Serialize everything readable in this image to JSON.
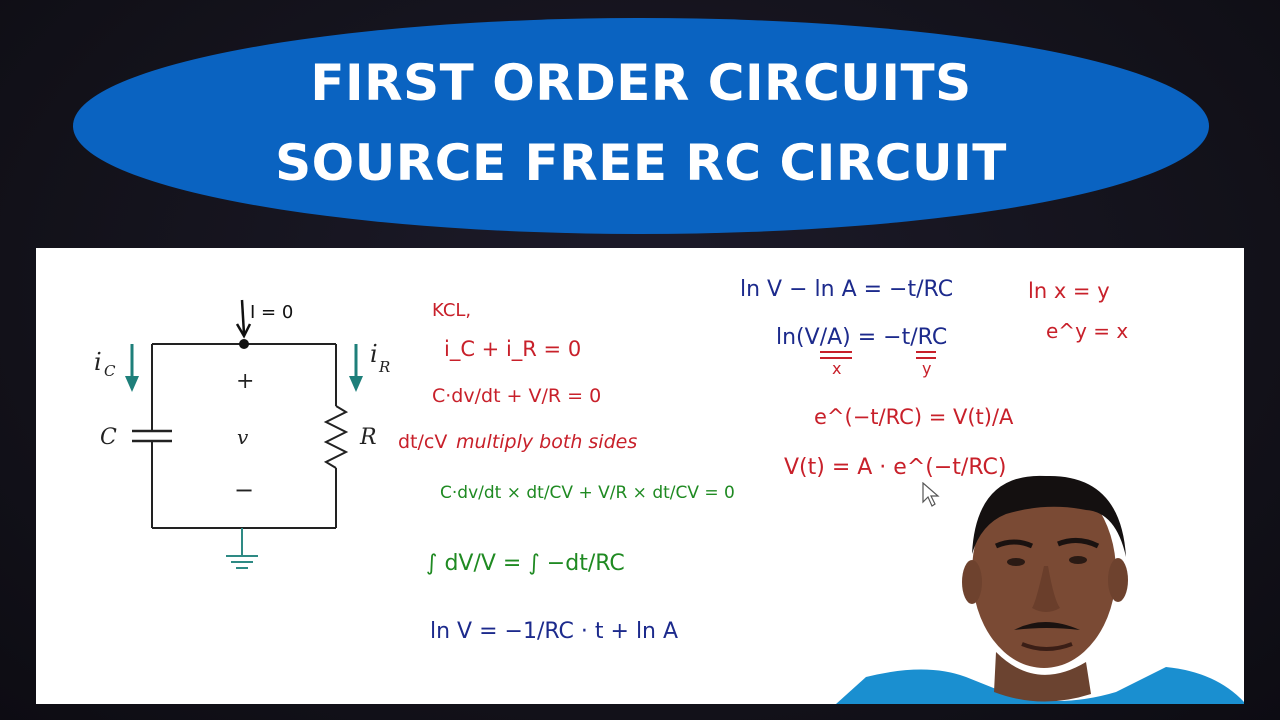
{
  "title": {
    "line1": "FIRST ORDER CIRCUITS",
    "line2": "SOURCE FREE RC CIRCUIT"
  },
  "circuit": {
    "current_label": "I = 0",
    "ic_label": "i",
    "ic_sub": "C",
    "ir_label": "i",
    "ir_sub": "R",
    "plus": "+",
    "v_label": "v",
    "minus": "−",
    "c_label": "C",
    "r_label": "R"
  },
  "derivation_left": {
    "kcl": "KCL,",
    "step1": "i_C + i_R = 0",
    "step2": "C·dv/dt + V/R = 0",
    "step3_prefix": "dt/cV",
    "step3_text": "multiply both sides",
    "step4": "C·dv/dt × dt/CV + V/R × dt/CV = 0",
    "step5": "∫ dV/V = ∫ −dt/RC",
    "step6": "ln V = −1/RC · t + ln A"
  },
  "derivation_right": {
    "line1": "ln V − ln A = −t/RC",
    "line2": "ln(V/A) = −t/RC",
    "line2_under_left": "x",
    "line2_under_right": "y",
    "line3": "e^(−t/RC) = V(t)/A",
    "line4": "V(t) = A · e^(−t/RC)"
  },
  "side_note": {
    "line1": "ln x = y",
    "line2": "e^y = x"
  },
  "colors": {
    "ellipse": "#0a63c1",
    "ink_red": "#c8202a",
    "ink_blue": "#1c2a8c",
    "ink_green": "#1f8a22",
    "arrow_teal": "#1e7f7a"
  }
}
